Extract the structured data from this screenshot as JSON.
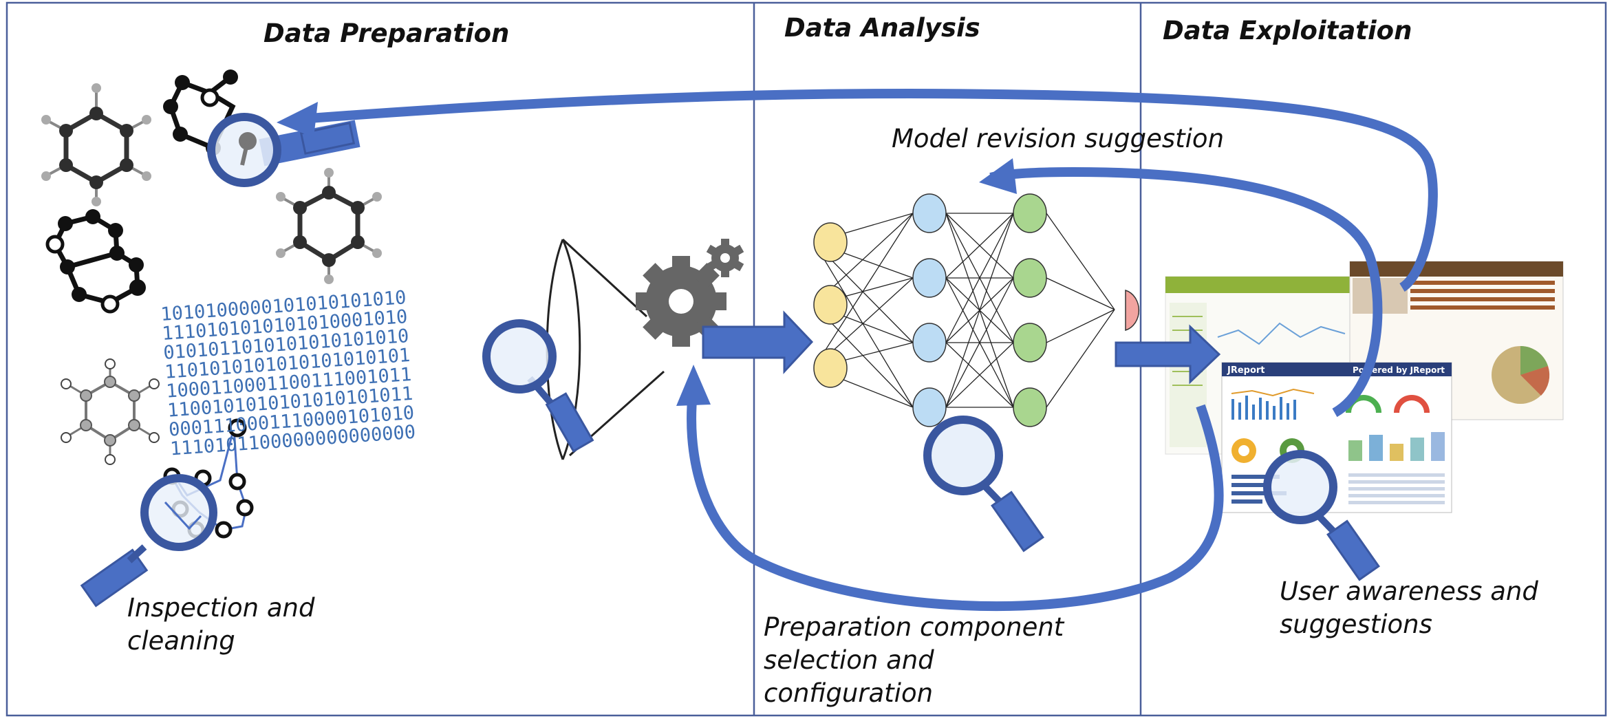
{
  "sections": {
    "preparation": "Data Preparation",
    "analysis": "Data Analysis",
    "exploitation": "Data Exploitation"
  },
  "captions": {
    "model_revision": "Model revision suggestion",
    "inspection": [
      "Inspection and",
      "cleaning"
    ],
    "preparation_component": [
      "Preparation component",
      "selection and",
      "configuration"
    ],
    "user_awareness": [
      "User awareness and",
      "suggestions"
    ]
  },
  "binary_rows": [
    "1010100000101010101010",
    "1110101010101010001010",
    "0101011010101010101010",
    "1101010101010101010101",
    "1000110001100111001011",
    "1100101010101010101011",
    "0001110001110000101010",
    "1110101100000000000000"
  ],
  "dashboard": {
    "brand1": "JReport",
    "brand2": "Powered by JReport"
  },
  "colors": {
    "arrow_blue": "#4a6fc4",
    "lens_fill": "#e8f0fa",
    "layer_input": "#f8e49c",
    "layer_hidden1": "#bcdcf4",
    "layer_hidden2": "#a9d68f",
    "output": "#f2a4a0",
    "gear": "#666666"
  }
}
